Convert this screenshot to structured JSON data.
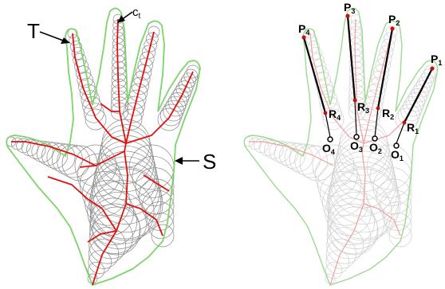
{
  "left_panel": {
    "label_T": "T",
    "label_S": "S",
    "label_c": "c",
    "label_c_sub": "t"
  },
  "right_panel": {
    "points": [
      {
        "name": "P",
        "sub": "1"
      },
      {
        "name": "P",
        "sub": "2"
      },
      {
        "name": "P",
        "sub": "3"
      },
      {
        "name": "P",
        "sub": "4"
      },
      {
        "name": "R",
        "sub": "1"
      },
      {
        "name": "R",
        "sub": "2"
      },
      {
        "name": "R",
        "sub": "3"
      },
      {
        "name": "R",
        "sub": "4"
      },
      {
        "name": "O",
        "sub": "1"
      },
      {
        "name": "O",
        "sub": "2"
      },
      {
        "name": "O",
        "sub": "3"
      },
      {
        "name": "O",
        "sub": "4"
      }
    ]
  },
  "colors": {
    "circles_left": "#8a8a8a",
    "circles_right": "#cfcfcf",
    "skeleton": "#e01010",
    "outline": "#7cd46a",
    "marker": "#000000"
  }
}
